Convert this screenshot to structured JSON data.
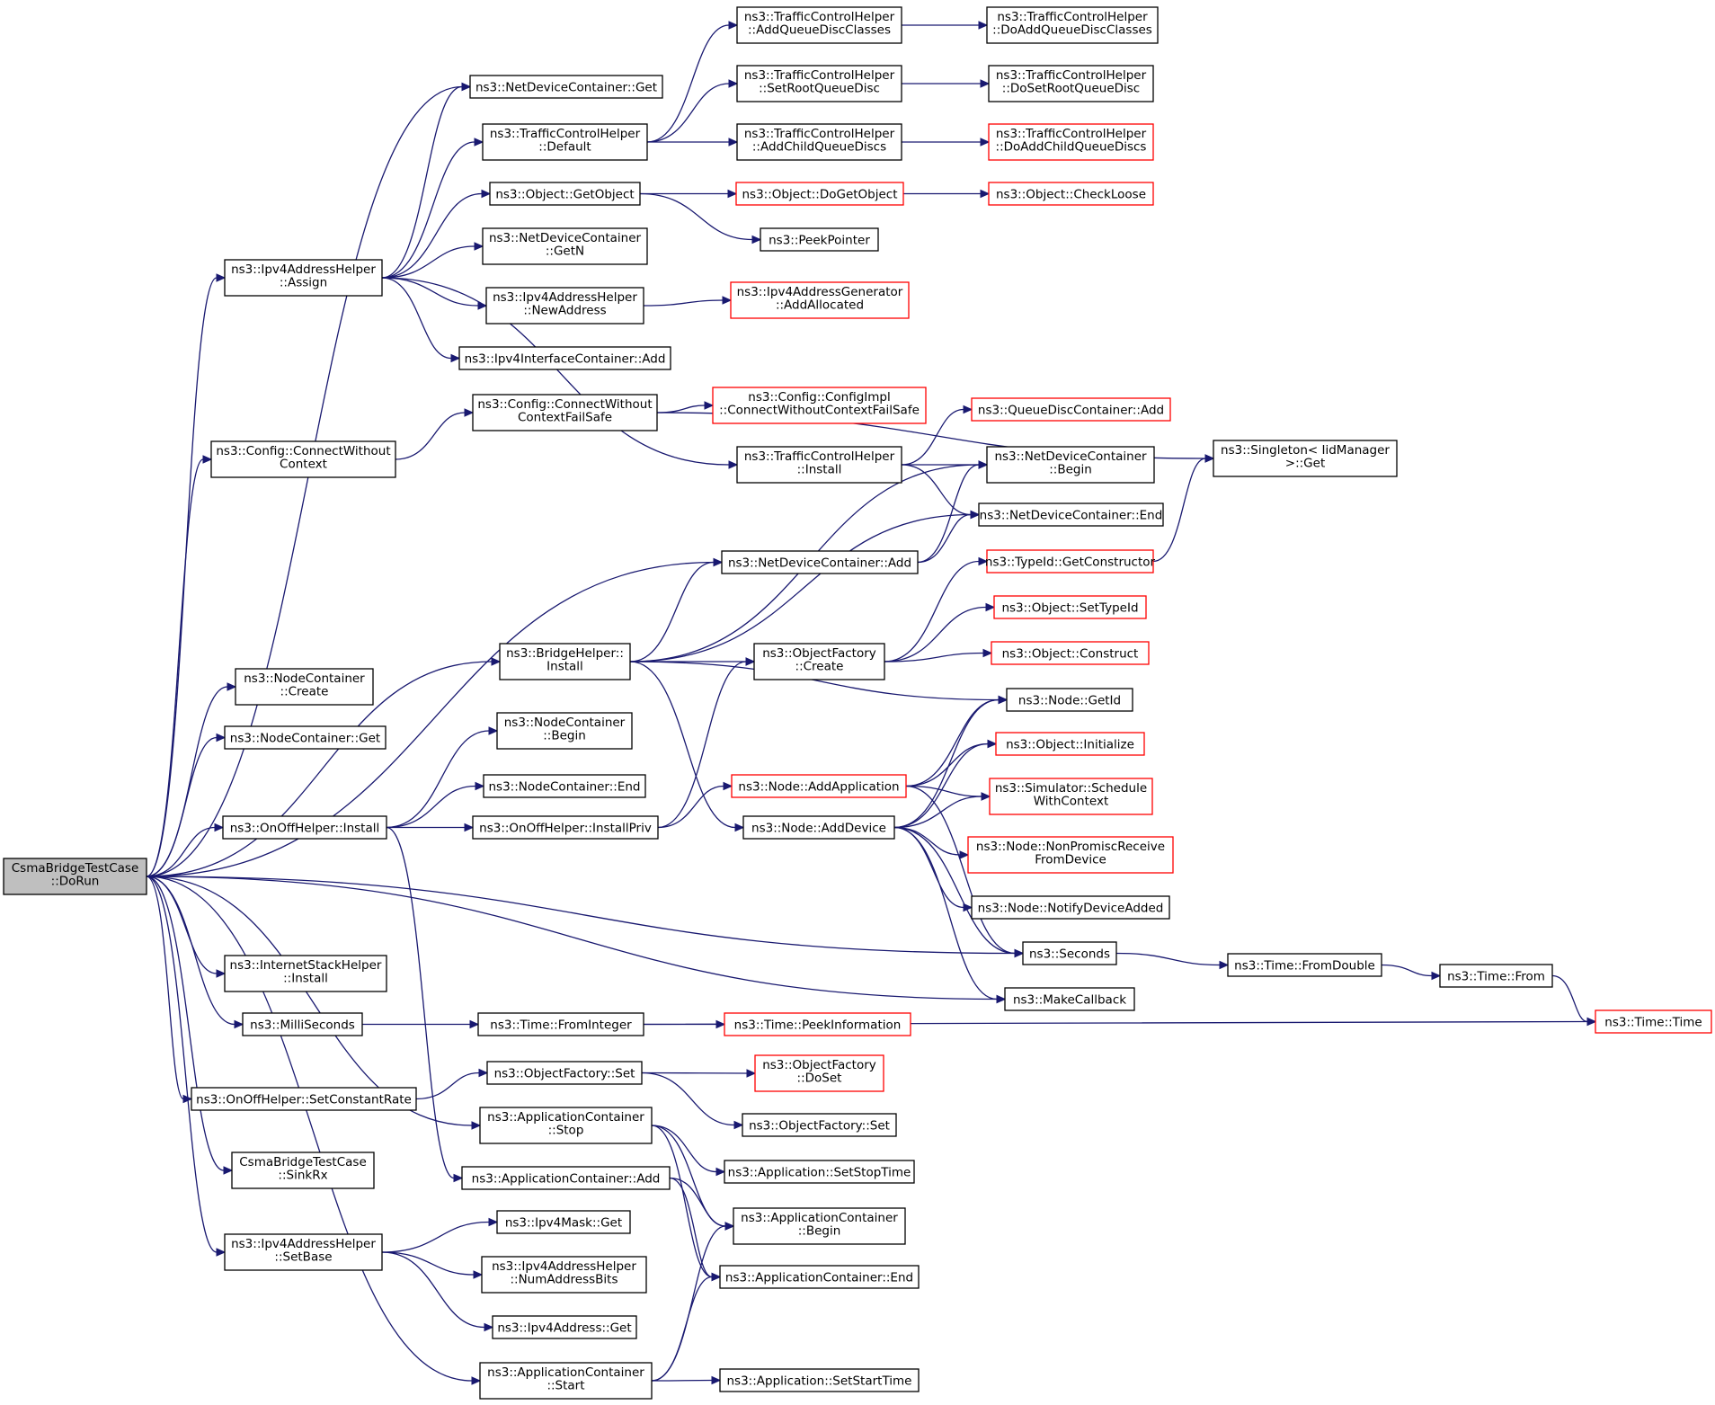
{
  "colors": {
    "edge": "#191970",
    "border_default": "#000000",
    "border_incomplete": "#ff0000",
    "root_fill": "#bfbfbf"
  },
  "nodes": [
    {
      "id": "root",
      "lines": [
        "CsmaBridgeTestCase",
        "::DoRun"
      ],
      "root": true
    },
    {
      "id": "ndc_get",
      "lines": [
        "ns3::NetDeviceContainer::Get"
      ]
    },
    {
      "id": "ipv4ah_assign",
      "lines": [
        "ns3::Ipv4AddressHelper",
        "::Assign"
      ]
    },
    {
      "id": "cfg_cwc",
      "lines": [
        "ns3::Config::ConnectWithout",
        "Context"
      ]
    },
    {
      "id": "ndc_add",
      "lines": [
        "ns3::NetDeviceContainer::Add"
      ]
    },
    {
      "id": "bridge_install",
      "lines": [
        "ns3::BridgeHelper::",
        "Install"
      ]
    },
    {
      "id": "nc_create",
      "lines": [
        "ns3::NodeContainer",
        "::Create"
      ]
    },
    {
      "id": "nc_get",
      "lines": [
        "ns3::NodeContainer::Get"
      ]
    },
    {
      "id": "onoff_install",
      "lines": [
        "ns3::OnOffHelper::Install"
      ]
    },
    {
      "id": "ish_install",
      "lines": [
        "ns3::InternetStackHelper",
        "::Install"
      ]
    },
    {
      "id": "ms",
      "lines": [
        "ns3::MilliSeconds"
      ]
    },
    {
      "id": "onoff_scr",
      "lines": [
        "ns3::OnOffHelper::SetConstantRate"
      ]
    },
    {
      "id": "ac_stop",
      "lines": [
        "ns3::ApplicationContainer",
        "::Stop"
      ]
    },
    {
      "id": "cbtc_sinkrx",
      "lines": [
        "CsmaBridgeTestCase",
        "::SinkRx"
      ]
    },
    {
      "id": "ipv4ah_setbase",
      "lines": [
        "ns3::Ipv4AddressHelper",
        "::SetBase"
      ]
    },
    {
      "id": "ac_start",
      "lines": [
        "ns3::ApplicationContainer",
        "::Start"
      ]
    },
    {
      "id": "seconds",
      "lines": [
        "ns3::Seconds"
      ]
    },
    {
      "id": "makecallback",
      "lines": [
        "ns3::MakeCallback"
      ]
    },
    {
      "id": "tch_default",
      "lines": [
        "ns3::TrafficControlHelper",
        "::Default"
      ]
    },
    {
      "id": "obj_getobject",
      "lines": [
        "ns3::Object::GetObject"
      ]
    },
    {
      "id": "ndc_getn",
      "lines": [
        "ns3::NetDeviceContainer",
        "::GetN"
      ]
    },
    {
      "id": "ipv4ah_newaddr",
      "lines": [
        "ns3::Ipv4AddressHelper",
        "::NewAddress"
      ]
    },
    {
      "id": "ipv4ic_add",
      "lines": [
        "ns3::Ipv4InterfaceContainer::Add"
      ]
    },
    {
      "id": "tch_install",
      "lines": [
        "ns3::TrafficControlHelper",
        "::Install"
      ]
    },
    {
      "id": "cfg_cwcfs",
      "lines": [
        "ns3::Config::ConnectWithout",
        "ContextFailSafe"
      ]
    },
    {
      "id": "tch_aqdc",
      "lines": [
        "ns3::TrafficControlHelper",
        "::AddQueueDiscClasses"
      ]
    },
    {
      "id": "tch_srqd",
      "lines": [
        "ns3::TrafficControlHelper",
        "::SetRootQueueDisc"
      ]
    },
    {
      "id": "tch_acqd",
      "lines": [
        "ns3::TrafficControlHelper",
        "::AddChildQueueDiscs"
      ]
    },
    {
      "id": "tch_doaqdc",
      "lines": [
        "ns3::TrafficControlHelper",
        "::DoAddQueueDiscClasses"
      ]
    },
    {
      "id": "tch_dosrqd",
      "lines": [
        "ns3::TrafficControlHelper",
        "::DoSetRootQueueDisc"
      ]
    },
    {
      "id": "tch_doacqd",
      "lines": [
        "ns3::TrafficControlHelper",
        "::DoAddChildQueueDiscs"
      ],
      "red": true
    },
    {
      "id": "obj_dogetobject",
      "lines": [
        "ns3::Object::DoGetObject"
      ],
      "red": true
    },
    {
      "id": "obj_checkloose",
      "lines": [
        "ns3::Object::CheckLoose"
      ],
      "red": true
    },
    {
      "id": "peekpointer",
      "lines": [
        "ns3::PeekPointer"
      ]
    },
    {
      "id": "ipv4ag_addalloc",
      "lines": [
        "ns3::Ipv4AddressGenerator",
        "::AddAllocated"
      ],
      "red": true
    },
    {
      "id": "cfg_impl_cwcfs",
      "lines": [
        "ns3::Config::ConfigImpl",
        "::ConnectWithoutContextFailSafe"
      ],
      "red": true
    },
    {
      "id": "qdc_add",
      "lines": [
        "ns3::QueueDiscContainer::Add"
      ],
      "red": true
    },
    {
      "id": "ndc_begin",
      "lines": [
        "ns3::NetDeviceContainer",
        "::Begin"
      ]
    },
    {
      "id": "ndc_end",
      "lines": [
        "ns3::NetDeviceContainer::End"
      ]
    },
    {
      "id": "singleton_get",
      "lines": [
        "ns3::Singleton< IidManager",
        ">::Get"
      ]
    },
    {
      "id": "typeid_getctor",
      "lines": [
        "ns3::TypeId::GetConstructor"
      ],
      "red": true
    },
    {
      "id": "obj_settypeid",
      "lines": [
        "ns3::Object::SetTypeId"
      ],
      "red": true
    },
    {
      "id": "of_create",
      "lines": [
        "ns3::ObjectFactory",
        "::Create"
      ]
    },
    {
      "id": "obj_construct",
      "lines": [
        "ns3::Object::Construct"
      ],
      "red": true
    },
    {
      "id": "node_getid",
      "lines": [
        "ns3::Node::GetId"
      ]
    },
    {
      "id": "nc_begin",
      "lines": [
        "ns3::NodeContainer",
        "::Begin"
      ]
    },
    {
      "id": "nc_end",
      "lines": [
        "ns3::NodeContainer::End"
      ]
    },
    {
      "id": "onoff_installpriv",
      "lines": [
        "ns3::OnOffHelper::InstallPriv"
      ]
    },
    {
      "id": "node_addapp",
      "lines": [
        "ns3::Node::AddApplication"
      ],
      "red": true
    },
    {
      "id": "node_adddevice",
      "lines": [
        "ns3::Node::AddDevice"
      ]
    },
    {
      "id": "obj_initialize",
      "lines": [
        "ns3::Object::Initialize"
      ],
      "red": true
    },
    {
      "id": "sim_swc",
      "lines": [
        "ns3::Simulator::Schedule",
        "WithContext"
      ],
      "red": true
    },
    {
      "id": "node_npr",
      "lines": [
        "ns3::Node::NonPromiscReceive",
        "FromDevice"
      ],
      "red": true
    },
    {
      "id": "node_nda",
      "lines": [
        "ns3::Node::NotifyDeviceAdded"
      ]
    },
    {
      "id": "time_fromdouble",
      "lines": [
        "ns3::Time::FromDouble"
      ]
    },
    {
      "id": "time_from",
      "lines": [
        "ns3::Time::From"
      ]
    },
    {
      "id": "time_time",
      "lines": [
        "ns3::Time::Time"
      ],
      "red": true
    },
    {
      "id": "time_fromint",
      "lines": [
        "ns3::Time::FromInteger"
      ]
    },
    {
      "id": "time_peekinfo",
      "lines": [
        "ns3::Time::PeekInformation"
      ],
      "red": true
    },
    {
      "id": "of_set",
      "lines": [
        "ns3::ObjectFactory::Set"
      ]
    },
    {
      "id": "of_doset",
      "lines": [
        "ns3::ObjectFactory",
        "::DoSet"
      ],
      "red": true
    },
    {
      "id": "of_set2",
      "lines": [
        "ns3::ObjectFactory::Set"
      ]
    },
    {
      "id": "ac_add",
      "lines": [
        "ns3::ApplicationContainer::Add"
      ]
    },
    {
      "id": "app_setstoptime",
      "lines": [
        "ns3::Application::SetStopTime"
      ]
    },
    {
      "id": "ac_begin",
      "lines": [
        "ns3::ApplicationContainer",
        "::Begin"
      ]
    },
    {
      "id": "ac_end",
      "lines": [
        "ns3::ApplicationContainer::End"
      ]
    },
    {
      "id": "ipv4mask_get",
      "lines": [
        "ns3::Ipv4Mask::Get"
      ]
    },
    {
      "id": "ipv4ah_nab",
      "lines": [
        "ns3::Ipv4AddressHelper",
        "::NumAddressBits"
      ]
    },
    {
      "id": "ipv4addr_get",
      "lines": [
        "ns3::Ipv4Address::Get"
      ]
    },
    {
      "id": "app_setstarttime",
      "lines": [
        "ns3::Application::SetStartTime"
      ]
    }
  ],
  "edges": [
    [
      "root",
      "ndc_get"
    ],
    [
      "root",
      "ipv4ah_assign"
    ],
    [
      "root",
      "cfg_cwc"
    ],
    [
      "root",
      "ndc_add"
    ],
    [
      "root",
      "bridge_install"
    ],
    [
      "root",
      "nc_create"
    ],
    [
      "root",
      "nc_get"
    ],
    [
      "root",
      "onoff_install"
    ],
    [
      "root",
      "seconds"
    ],
    [
      "root",
      "makecallback"
    ],
    [
      "root",
      "ish_install"
    ],
    [
      "root",
      "ms"
    ],
    [
      "root",
      "onoff_scr"
    ],
    [
      "root",
      "ac_stop"
    ],
    [
      "root",
      "cbtc_sinkrx"
    ],
    [
      "root",
      "ipv4ah_setbase"
    ],
    [
      "root",
      "ac_start"
    ],
    [
      "ipv4ah_assign",
      "ndc_get"
    ],
    [
      "ipv4ah_assign",
      "tch_default"
    ],
    [
      "ipv4ah_assign",
      "obj_getobject"
    ],
    [
      "ipv4ah_assign",
      "ndc_getn"
    ],
    [
      "ipv4ah_assign",
      "ipv4ah_newaddr"
    ],
    [
      "ipv4ah_assign",
      "ipv4ic_add"
    ],
    [
      "ipv4ah_assign",
      "tch_install"
    ],
    [
      "tch_default",
      "tch_aqdc"
    ],
    [
      "tch_default",
      "tch_srqd"
    ],
    [
      "tch_default",
      "tch_acqd"
    ],
    [
      "tch_aqdc",
      "tch_doaqdc"
    ],
    [
      "tch_srqd",
      "tch_dosrqd"
    ],
    [
      "tch_acqd",
      "tch_doacqd"
    ],
    [
      "obj_getobject",
      "obj_dogetobject"
    ],
    [
      "obj_getobject",
      "peekpointer"
    ],
    [
      "obj_dogetobject",
      "obj_checkloose"
    ],
    [
      "ipv4ah_newaddr",
      "ipv4ag_addalloc"
    ],
    [
      "cfg_cwc",
      "cfg_cwcfs"
    ],
    [
      "cfg_cwcfs",
      "cfg_impl_cwcfs"
    ],
    [
      "cfg_cwcfs",
      "singleton_get"
    ],
    [
      "tch_install",
      "qdc_add"
    ],
    [
      "tch_install",
      "ndc_begin"
    ],
    [
      "tch_install",
      "ndc_end"
    ],
    [
      "ndc_add",
      "ndc_begin"
    ],
    [
      "ndc_add",
      "ndc_end"
    ],
    [
      "bridge_install",
      "ndc_begin"
    ],
    [
      "bridge_install",
      "ndc_add"
    ],
    [
      "bridge_install",
      "ndc_end"
    ],
    [
      "bridge_install",
      "of_create"
    ],
    [
      "bridge_install",
      "node_getid"
    ],
    [
      "bridge_install",
      "node_adddevice"
    ],
    [
      "of_create",
      "typeid_getctor"
    ],
    [
      "of_create",
      "obj_settypeid"
    ],
    [
      "of_create",
      "obj_construct"
    ],
    [
      "typeid_getctor",
      "singleton_get"
    ],
    [
      "onoff_install",
      "nc_begin"
    ],
    [
      "onoff_install",
      "nc_end"
    ],
    [
      "onoff_install",
      "onoff_installpriv"
    ],
    [
      "onoff_install",
      "ac_add"
    ],
    [
      "onoff_installpriv",
      "of_create"
    ],
    [
      "onoff_installpriv",
      "node_addapp"
    ],
    [
      "node_addapp",
      "node_getid"
    ],
    [
      "node_addapp",
      "obj_initialize"
    ],
    [
      "node_addapp",
      "sim_swc"
    ],
    [
      "node_addapp",
      "seconds"
    ],
    [
      "node_adddevice",
      "node_getid"
    ],
    [
      "node_adddevice",
      "obj_initialize"
    ],
    [
      "node_adddevice",
      "sim_swc"
    ],
    [
      "node_adddevice",
      "node_npr"
    ],
    [
      "node_adddevice",
      "node_nda"
    ],
    [
      "node_adddevice",
      "seconds"
    ],
    [
      "node_adddevice",
      "makecallback"
    ],
    [
      "seconds",
      "time_fromdouble"
    ],
    [
      "time_fromdouble",
      "time_from"
    ],
    [
      "time_from",
      "time_time"
    ],
    [
      "ms",
      "time_fromint"
    ],
    [
      "time_fromint",
      "time_peekinfo"
    ],
    [
      "time_fromint",
      "time_time"
    ],
    [
      "onoff_scr",
      "of_set"
    ],
    [
      "of_set",
      "of_doset"
    ],
    [
      "of_set",
      "of_set2"
    ],
    [
      "ac_stop",
      "app_setstoptime"
    ],
    [
      "ac_stop",
      "ac_begin"
    ],
    [
      "ac_stop",
      "ac_end"
    ],
    [
      "ac_add",
      "ac_begin"
    ],
    [
      "ac_add",
      "ac_end"
    ],
    [
      "ipv4ah_setbase",
      "ipv4mask_get"
    ],
    [
      "ipv4ah_setbase",
      "ipv4ah_nab"
    ],
    [
      "ipv4ah_setbase",
      "ipv4addr_get"
    ],
    [
      "ac_start",
      "ac_begin"
    ],
    [
      "ac_start",
      "ac_end"
    ],
    [
      "ac_start",
      "app_setstarttime"
    ]
  ]
}
